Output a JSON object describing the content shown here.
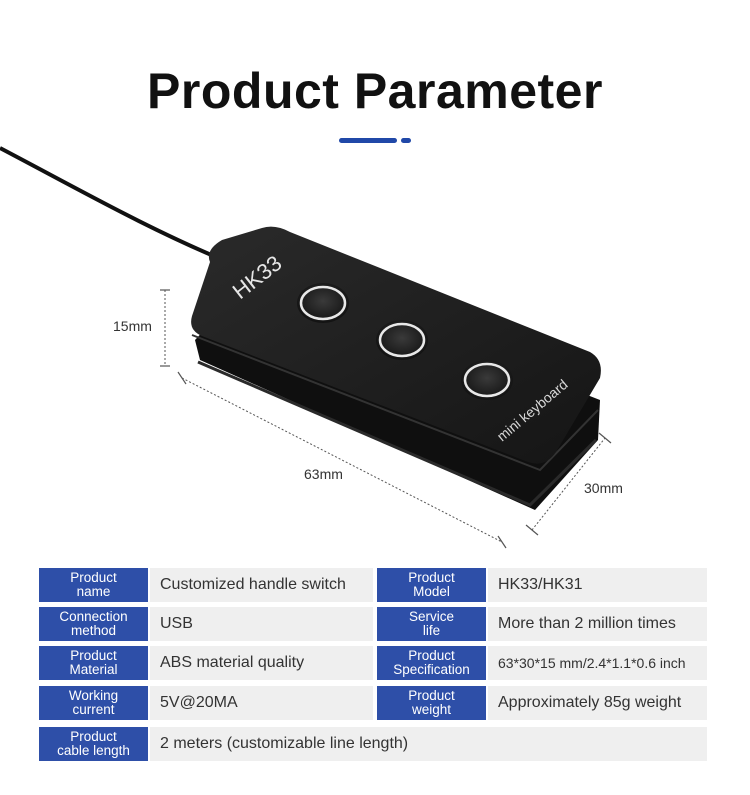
{
  "header": {
    "title": "Product Parameter"
  },
  "product": {
    "model_print": "HK33",
    "brand_print": "mini keyboard",
    "dimensions": {
      "height": "15mm",
      "length": "63mm",
      "width": "30mm"
    }
  },
  "specs": {
    "left": [
      {
        "label": "Product\nname",
        "value": "Customized handle switch"
      },
      {
        "label": "Connection\nmethod",
        "value": "USB"
      },
      {
        "label": "Product\nMaterial",
        "value": "ABS material quality"
      },
      {
        "label": "Working\ncurrent",
        "value": "5V@20MA"
      },
      {
        "label": "Product\ncable length",
        "value": "2 meters (customizable line length)"
      }
    ],
    "right": [
      {
        "label": "Product\nModel",
        "value": "HK33/HK31"
      },
      {
        "label": "Service\nlife",
        "value": "More than 2 million times"
      },
      {
        "label": "Product\nSpecification",
        "value": "63*30*15 mm/2.4*1.1*0.6 inch"
      },
      {
        "label": "Product\nweight",
        "value": "Approximately 85g weight"
      }
    ]
  },
  "colors": {
    "accent": "#2e4fa8",
    "cell_background": "#efefef",
    "device_body": "#1a1a1a"
  }
}
